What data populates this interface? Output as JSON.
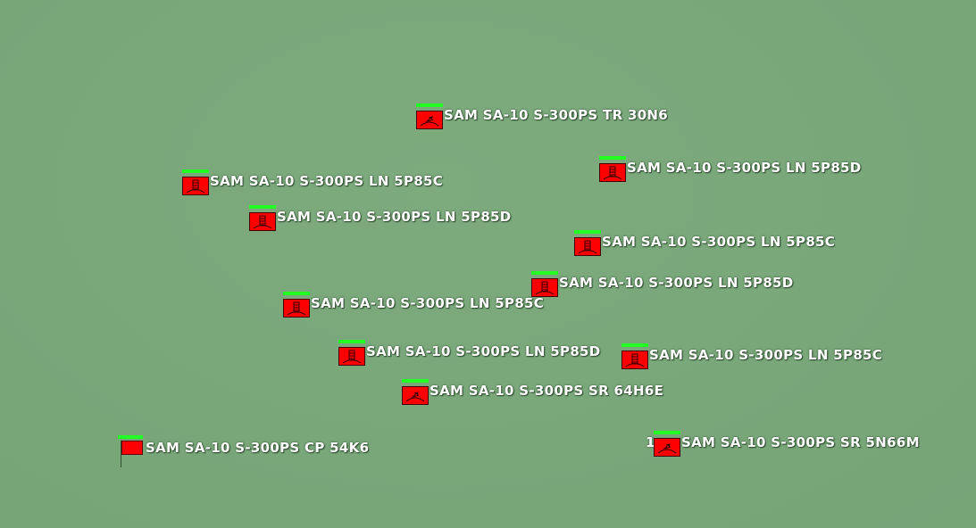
{
  "map": {
    "background_color": "#7aa87b",
    "unit_color": "#ff0000",
    "health_bar_color": "#22ff22"
  },
  "units": [
    {
      "label": "SAM SA-10 S-300PS TR 30N6",
      "icon": "radar-icon"
    },
    {
      "label": "SAM SA-10 S-300PS LN 5P85D",
      "icon": "launcher-icon"
    },
    {
      "label": "SAM SA-10 S-300PS LN 5P85C",
      "icon": "launcher-icon"
    },
    {
      "label": "SAM SA-10 S-300PS LN 5P85D",
      "icon": "launcher-icon"
    },
    {
      "label": "SAM SA-10 S-300PS LN 5P85C",
      "icon": "launcher-icon"
    },
    {
      "label": "SAM SA-10 S-300PS LN 5P85D",
      "icon": "launcher-icon"
    },
    {
      "label": "SAM SA-10 S-300PS LN 5P85C",
      "icon": "launcher-icon"
    },
    {
      "label": "SAM SA-10 S-300PS LN 5P85D",
      "icon": "launcher-icon"
    },
    {
      "label": "SAM SA-10 S-300PS LN 5P85C",
      "icon": "launcher-icon"
    },
    {
      "label": "SAM SA-10 S-300PS SR 64H6E",
      "icon": "radar-icon"
    },
    {
      "label": "SAM SA-10 S-300PS SR 5N66M",
      "icon": "radar-icon",
      "group_number": "1"
    },
    {
      "label": "SAM SA-10 S-300PS CP 54K6",
      "icon": "flag-icon"
    }
  ]
}
